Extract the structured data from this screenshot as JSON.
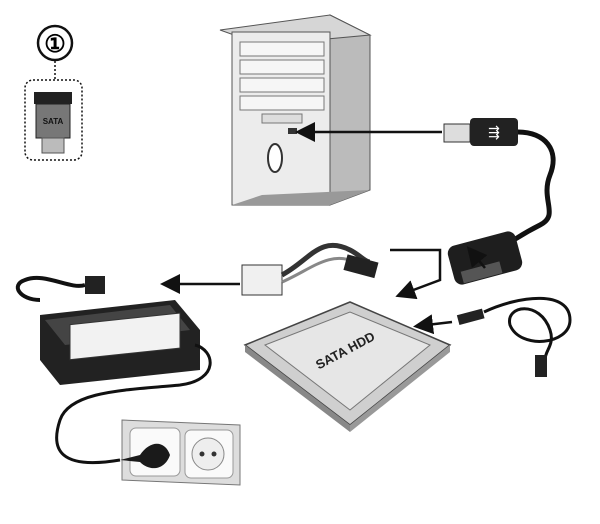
{
  "step_marker": "①",
  "inset_connector_label": "SATA",
  "hdd_label": "SATA HDD",
  "colors": {
    "ink": "#111111",
    "body": "#e8e8e8",
    "shade": "#b8b8b8",
    "dark": "#2a2a2a"
  }
}
